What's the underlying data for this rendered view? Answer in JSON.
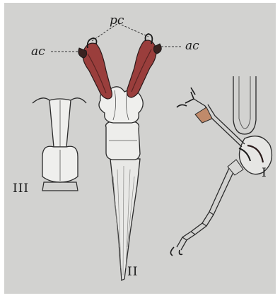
{
  "labels": {
    "pc": "pc",
    "ac_left": "ac",
    "ac_right": "ac",
    "fig_I": "I",
    "fig_II": "II",
    "fig_III": "III"
  },
  "colors": {
    "background": "#d2d2d0",
    "ink": "#1a1a1a",
    "appendage_red": "#9a3e3c",
    "appendage_dark": "#4a2a28"
  }
}
